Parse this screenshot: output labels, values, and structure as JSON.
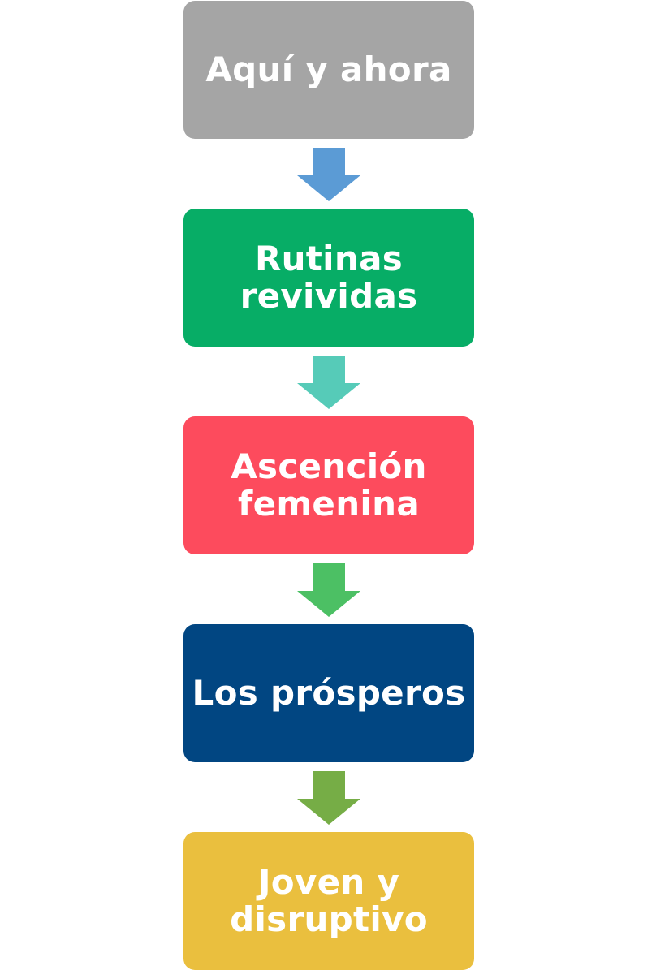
{
  "steps": [
    {
      "label": "Aquí y ahora",
      "color": "#a5a5a5"
    },
    {
      "label": "Rutinas revividas",
      "color": "#07ad66"
    },
    {
      "label": "Ascención femenina",
      "color": "#fd4b5d"
    },
    {
      "label": "Los prósperos",
      "color": "#014682"
    },
    {
      "label": "Joven y disruptivo",
      "color": "#eabf3e"
    }
  ],
  "arrows": [
    {
      "color": "#5b9bd5"
    },
    {
      "color": "#56cbb8"
    },
    {
      "color": "#4cc064"
    },
    {
      "color": "#76ad46"
    }
  ]
}
